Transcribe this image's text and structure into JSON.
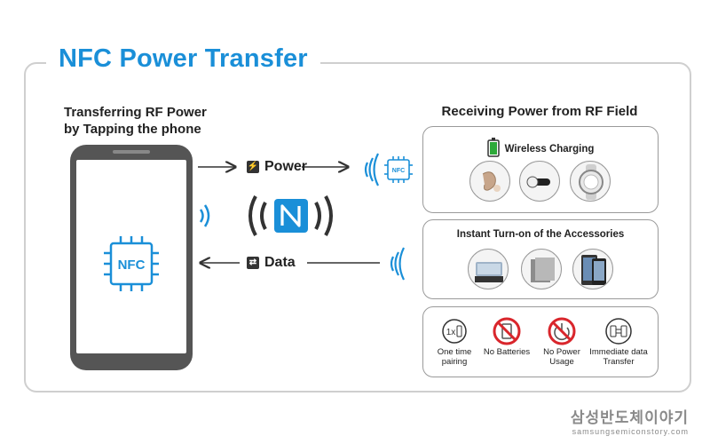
{
  "title": "NFC Power Transfer",
  "left_heading": "Transferring RF Power\nby Tapping the phone",
  "right_heading": "Receiving Power from RF Field",
  "phone_chip_label": "NFC",
  "small_chip_label": "NFC",
  "power_label": "Power",
  "data_label": "Data",
  "nfc_logo_letter": "N",
  "panels": {
    "wireless": {
      "title": "Wireless Charging"
    },
    "accessories": {
      "title": "Instant Turn-on of the Accessories"
    },
    "features": [
      {
        "label": "One time\npairing",
        "icon": "1x-phone-icon"
      },
      {
        "label": "No Batteries",
        "icon": "no-battery-icon"
      },
      {
        "label": "No Power\nUsage",
        "icon": "no-power-icon"
      },
      {
        "label": "Immediate data\nTransfer",
        "icon": "data-transfer-icon"
      }
    ]
  },
  "one_x_text": "1x",
  "watermark": {
    "korean": "삼성반도체이야기",
    "url": "samsungsemiconstory.com"
  },
  "colors": {
    "accent": "#1a8fd8",
    "forbidden": "#d9262c",
    "battery": "#2eaa3a",
    "border": "#cfcfcf"
  }
}
